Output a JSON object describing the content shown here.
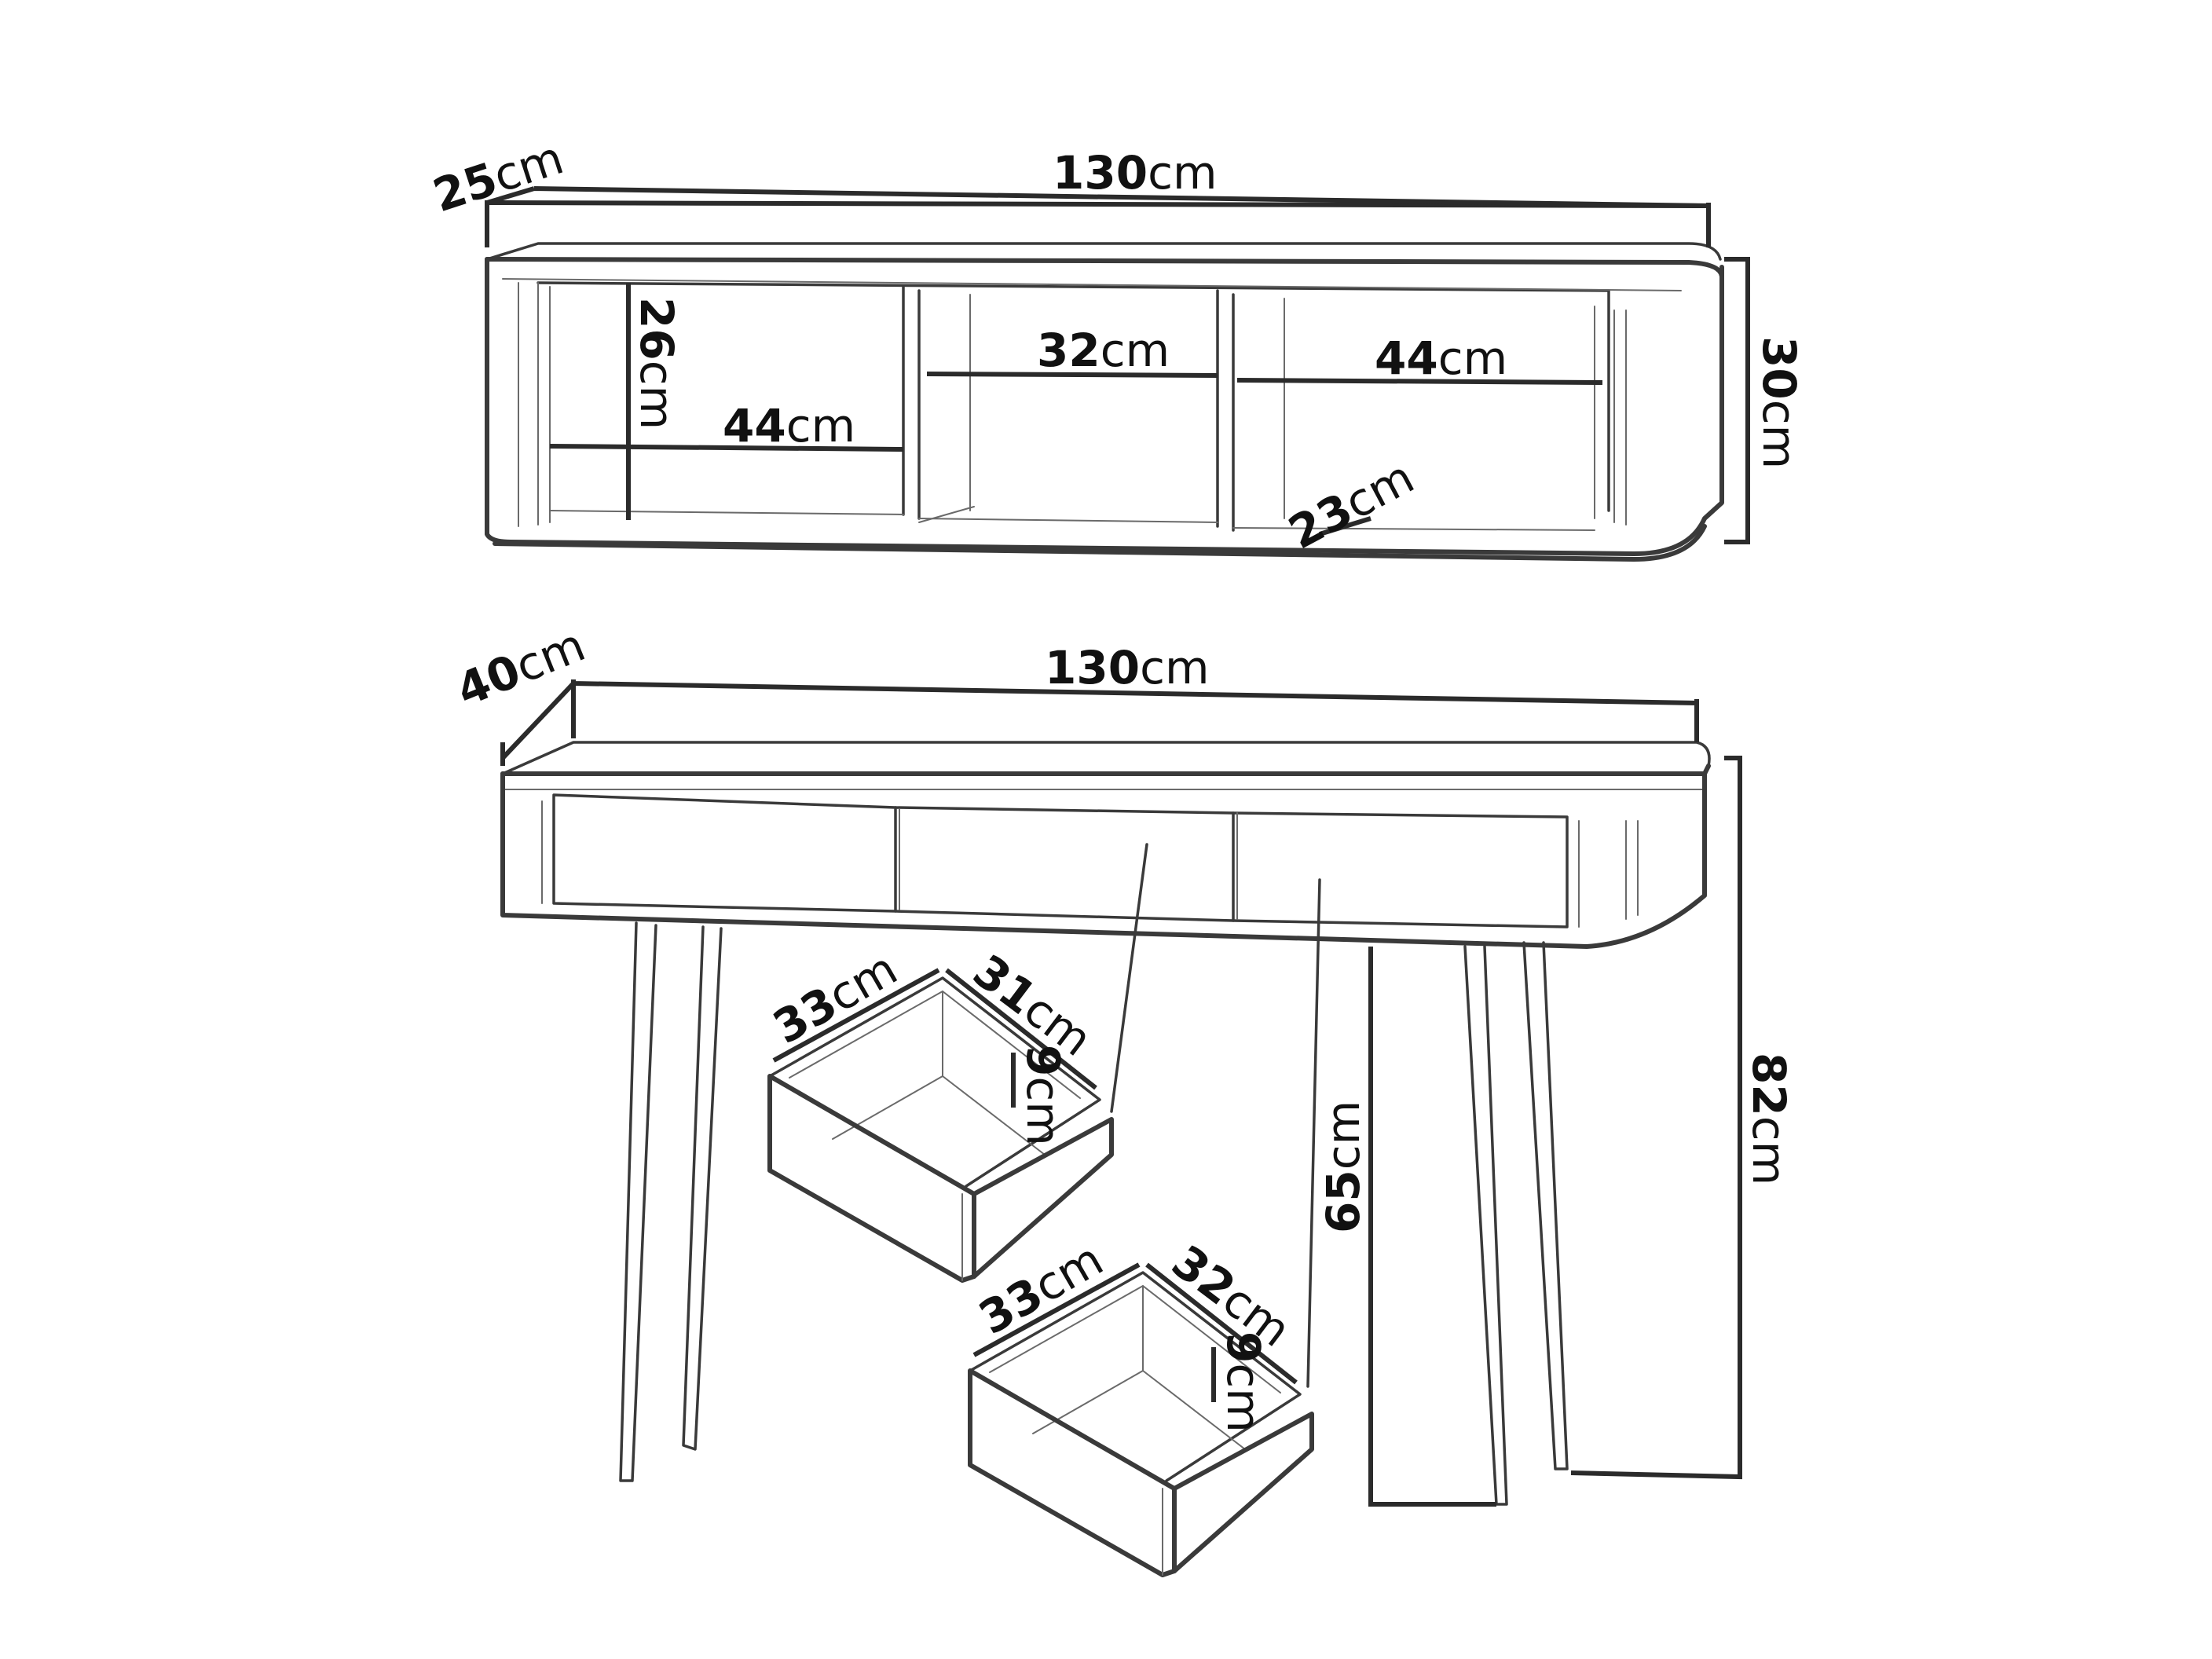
{
  "wall_shelf": {
    "depth": {
      "value": "25",
      "unit": "cm"
    },
    "width": {
      "value": "130",
      "unit": "cm"
    },
    "height": {
      "value": "30",
      "unit": "cm"
    },
    "compartment_height": {
      "value": "26",
      "unit": "cm"
    },
    "left_compartment_width": {
      "value": "44",
      "unit": "cm"
    },
    "middle_compartment_width": {
      "value": "32",
      "unit": "cm"
    },
    "right_compartment_width": {
      "value": "44",
      "unit": "cm"
    },
    "compartment_depth": {
      "value": "23",
      "unit": "cm"
    }
  },
  "console_table": {
    "depth": {
      "value": "40",
      "unit": "cm"
    },
    "width": {
      "value": "130",
      "unit": "cm"
    },
    "height": {
      "value": "82",
      "unit": "cm"
    },
    "leg_height": {
      "value": "65",
      "unit": "cm"
    }
  },
  "drawer_top": {
    "width": {
      "value": "33",
      "unit": "cm"
    },
    "depth": {
      "value": "31",
      "unit": "cm"
    },
    "height": {
      "value": "9",
      "unit": "cm"
    }
  },
  "drawer_bottom": {
    "width": {
      "value": "33",
      "unit": "cm"
    },
    "depth": {
      "value": "32",
      "unit": "cm"
    },
    "height": {
      "value": "9",
      "unit": "cm"
    }
  }
}
